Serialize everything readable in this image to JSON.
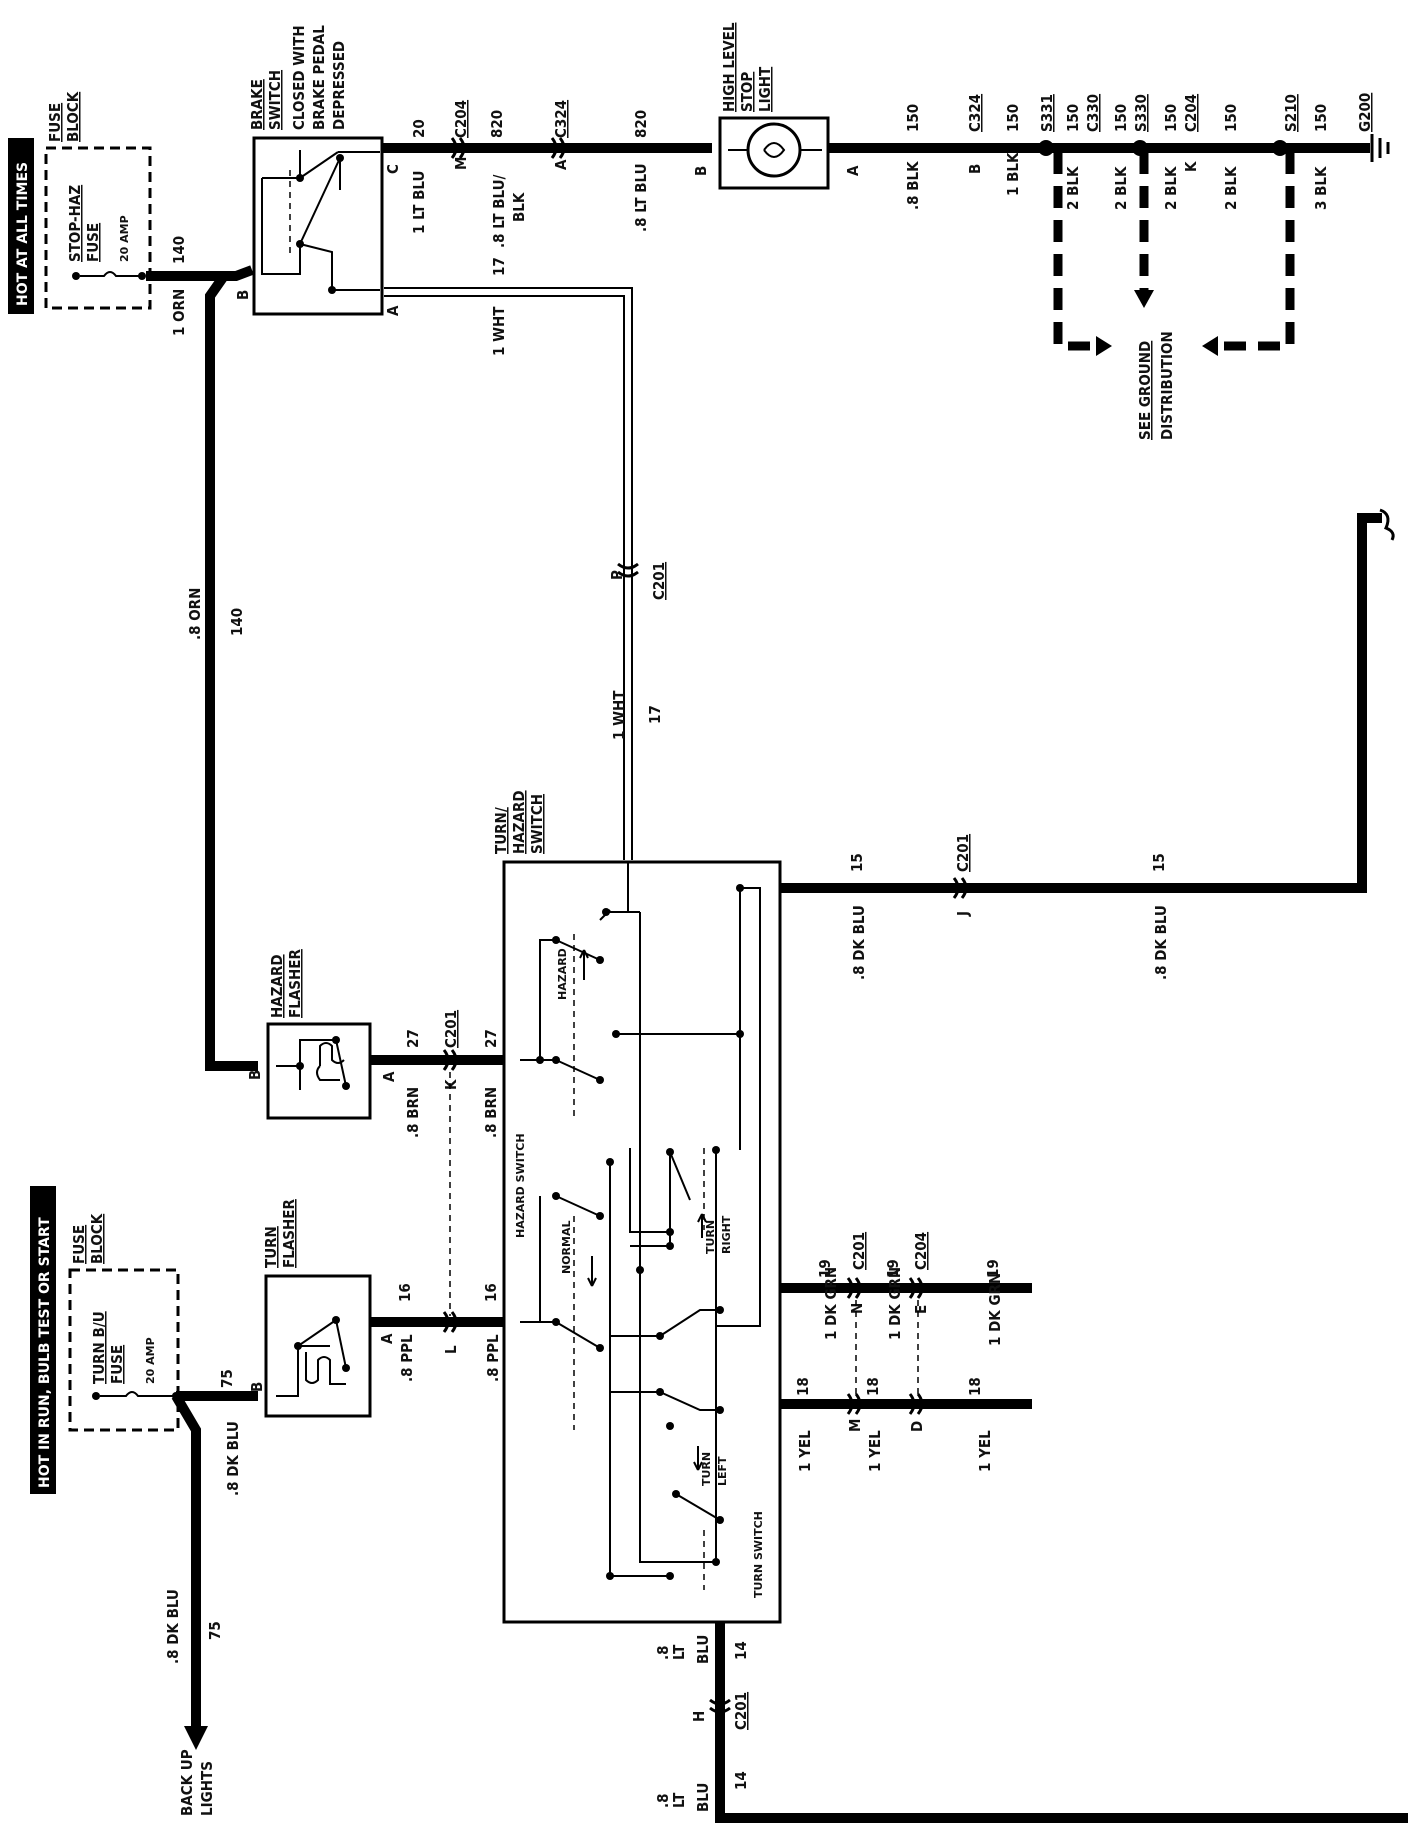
{
  "labels": {
    "hot_at_all_times": "HOT AT ALL TIMES",
    "hot_in_run": "HOT IN RUN, BULB TEST OR START",
    "fuse_block": "FUSE BLOCK",
    "stop_haz_fuse": "STOP-HAZ FUSE",
    "turn_bu_fuse": "TURN B/U FUSE",
    "amp_20": "20 AMP",
    "brake_switch": "BRAKE SWITCH",
    "brake_note_1": "CLOSED WITH",
    "brake_note_2": "BRAKE PEDAL",
    "brake_note_3": "DEPRESSED",
    "high_level_1": "HIGH LEVEL",
    "high_level_2": "STOP",
    "high_level_3": "LIGHT",
    "hazard_flasher": "HAZARD FLASHER",
    "turn_flasher": "TURN FLASHER",
    "turn_hazard_switch": "TURN/ HAZARD SWITCH",
    "hazard": "HAZARD",
    "hazard_switch": "HAZARD SWITCH",
    "normal": "NORMAL",
    "turn_right": "TURN RIGHT",
    "turn_left": "TURN LEFT",
    "turn_switch": "TURN SWITCH",
    "see_ground_1": "SEE GROUND",
    "see_ground_2": "DISTRIBUTION",
    "back_up_lights": "BACK UP LIGHTS"
  },
  "connectors": {
    "c204": "C204",
    "c324": "C324",
    "c201": "C201",
    "c330": "C330",
    "s331": "S331",
    "s330": "S330",
    "s210": "S210",
    "g200": "G200"
  },
  "pins": {
    "a": "A",
    "b": "B",
    "c": "C",
    "m": "M",
    "p": "P",
    "k": "K",
    "l": "L",
    "j": "J",
    "n": "N",
    "e": "E",
    "d": "D",
    "h": "H"
  },
  "wires": {
    "orn1": "1 ORN",
    "orn08": ".8 ORN",
    "c140": "140",
    "ltblu1": "1 LT BLU",
    "c20": "20",
    "ltblublk": ".8 LT BLU/",
    "blk_only": "BLK",
    "c820": "820",
    "ltblu08": ".8 LT BLU",
    "wht1": "1 WHT",
    "c17": "17",
    "blk08": ".8 BLK",
    "c150": "150",
    "blk1": "1 BLK",
    "blk2": "2 BLK",
    "blk3": "3 BLK",
    "dkblu08": ".8 DK BLU",
    "c15": "15",
    "brn08": ".8 BRN",
    "c27": "27",
    "ppl08": ".8 PPL",
    "c16": "16",
    "dkgrn1": "1 DK GRN",
    "c19": "19",
    "yel1": "1 YEL",
    "c18": "18",
    "c75": "75",
    "c14": "14",
    "lt08a": ".8",
    "lt08b": "LT",
    "lt08c": "BLU",
    "lt08c2": "BLU"
  }
}
